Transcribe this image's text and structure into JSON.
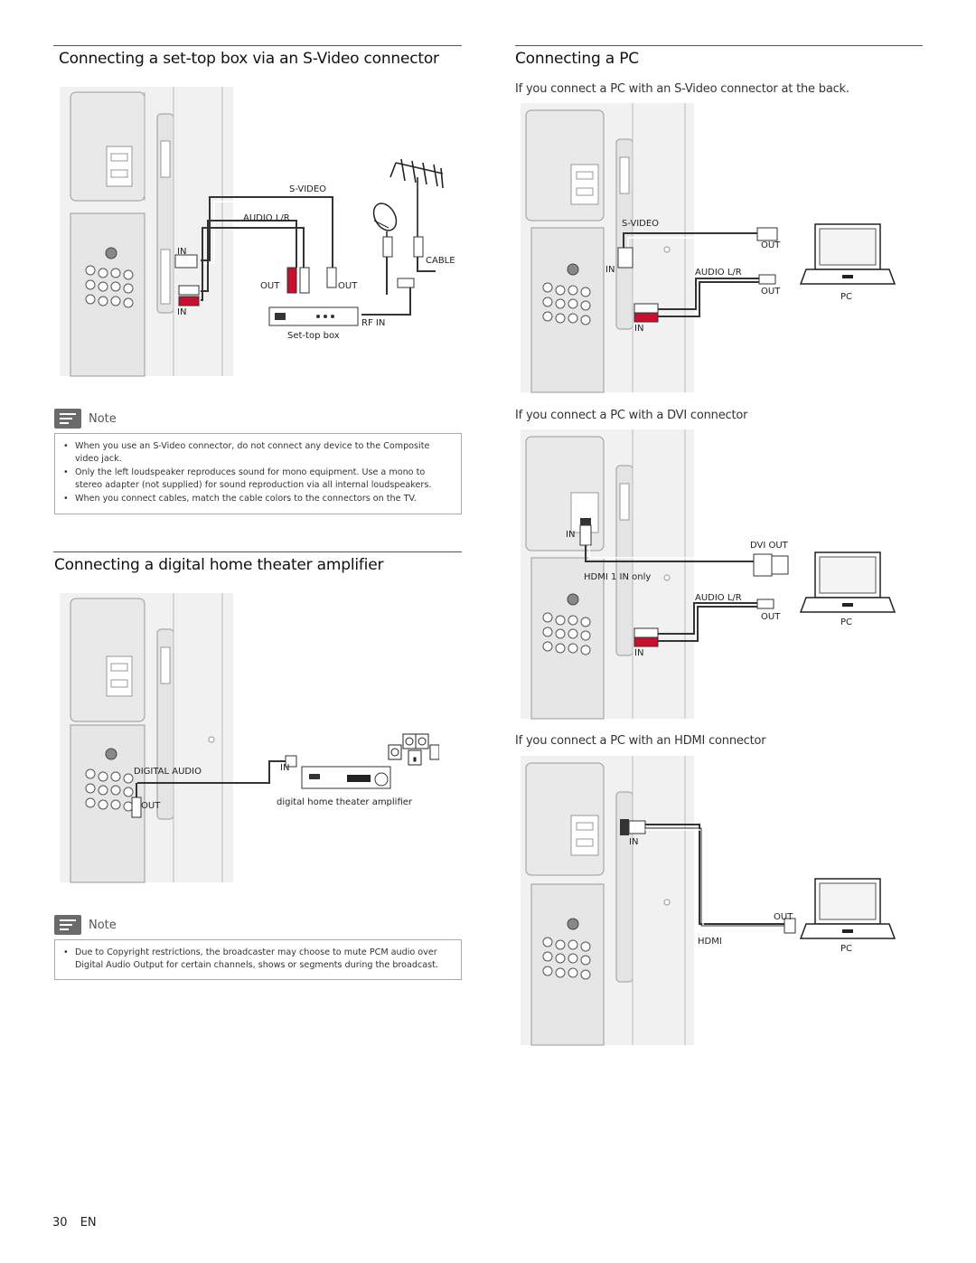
{
  "left": {
    "stb_title": "Connecting a set-top box via an S-Video connector",
    "stb_labels": {
      "svideo": "S-VIDEO",
      "audio_lr": "AUDIO L/R",
      "in1": "IN",
      "in2": "IN",
      "out1": "OUT",
      "out2": "OUT",
      "cable": "CABLE",
      "rf_in": "RF IN",
      "stb": "Set-top box"
    },
    "note1": {
      "title": "Note",
      "items": [
        "When you use an S-Video connector, do not connect any device to the Composite video jack.",
        "Only the left loudspeaker reproduces sound for mono equipment. Use a mono to stereo adapter (not supplied) for sound reproduction via all internal loudspeakers.",
        "When you connect cables, match the cable colors to the connectors on the TV."
      ]
    },
    "amp_title": "Connecting a digital home theater amplifier",
    "amp_labels": {
      "digital_audio": "DIGITAL AUDIO",
      "out": "OUT",
      "in": "IN",
      "amp": "digital home theater amplifier"
    },
    "note2": {
      "title": "Note",
      "items": [
        "Due to Copyright restrictions, the broadcaster may choose to mute PCM audio over Digital Audio Output for certain channels, shows or segments during the broadcast."
      ]
    }
  },
  "right": {
    "title": "Connecting a PC",
    "svideo_caption": "If you connect a PC with an S-Video connector at the back.",
    "svideo_labels": {
      "svideo": "S-VIDEO",
      "out1": "OUT",
      "in1": "IN",
      "audio_lr": "AUDIO L/R",
      "out2": "OUT",
      "pc": "PC",
      "in2": "IN"
    },
    "dvi_caption": "If you connect a PC with a DVI connector",
    "dvi_labels": {
      "in1": "IN",
      "dvi_out": "DVI OUT",
      "hdmi_only": "HDMI 1 IN only",
      "audio_lr": "AUDIO L/R",
      "out": "OUT",
      "pc": "PC",
      "in2": "IN"
    },
    "hdmi_caption": "If you connect a PC with an HDMI connector",
    "hdmi_labels": {
      "in": "IN",
      "out": "OUT",
      "hdmi": "HDMI",
      "pc": "PC"
    }
  },
  "footer": {
    "page": "30",
    "lang": "EN"
  },
  "colors": {
    "rule": "#555555",
    "note_badge": "#6b6b6b",
    "red_plug": "#c8102e",
    "panel": "#f0f0f0"
  }
}
